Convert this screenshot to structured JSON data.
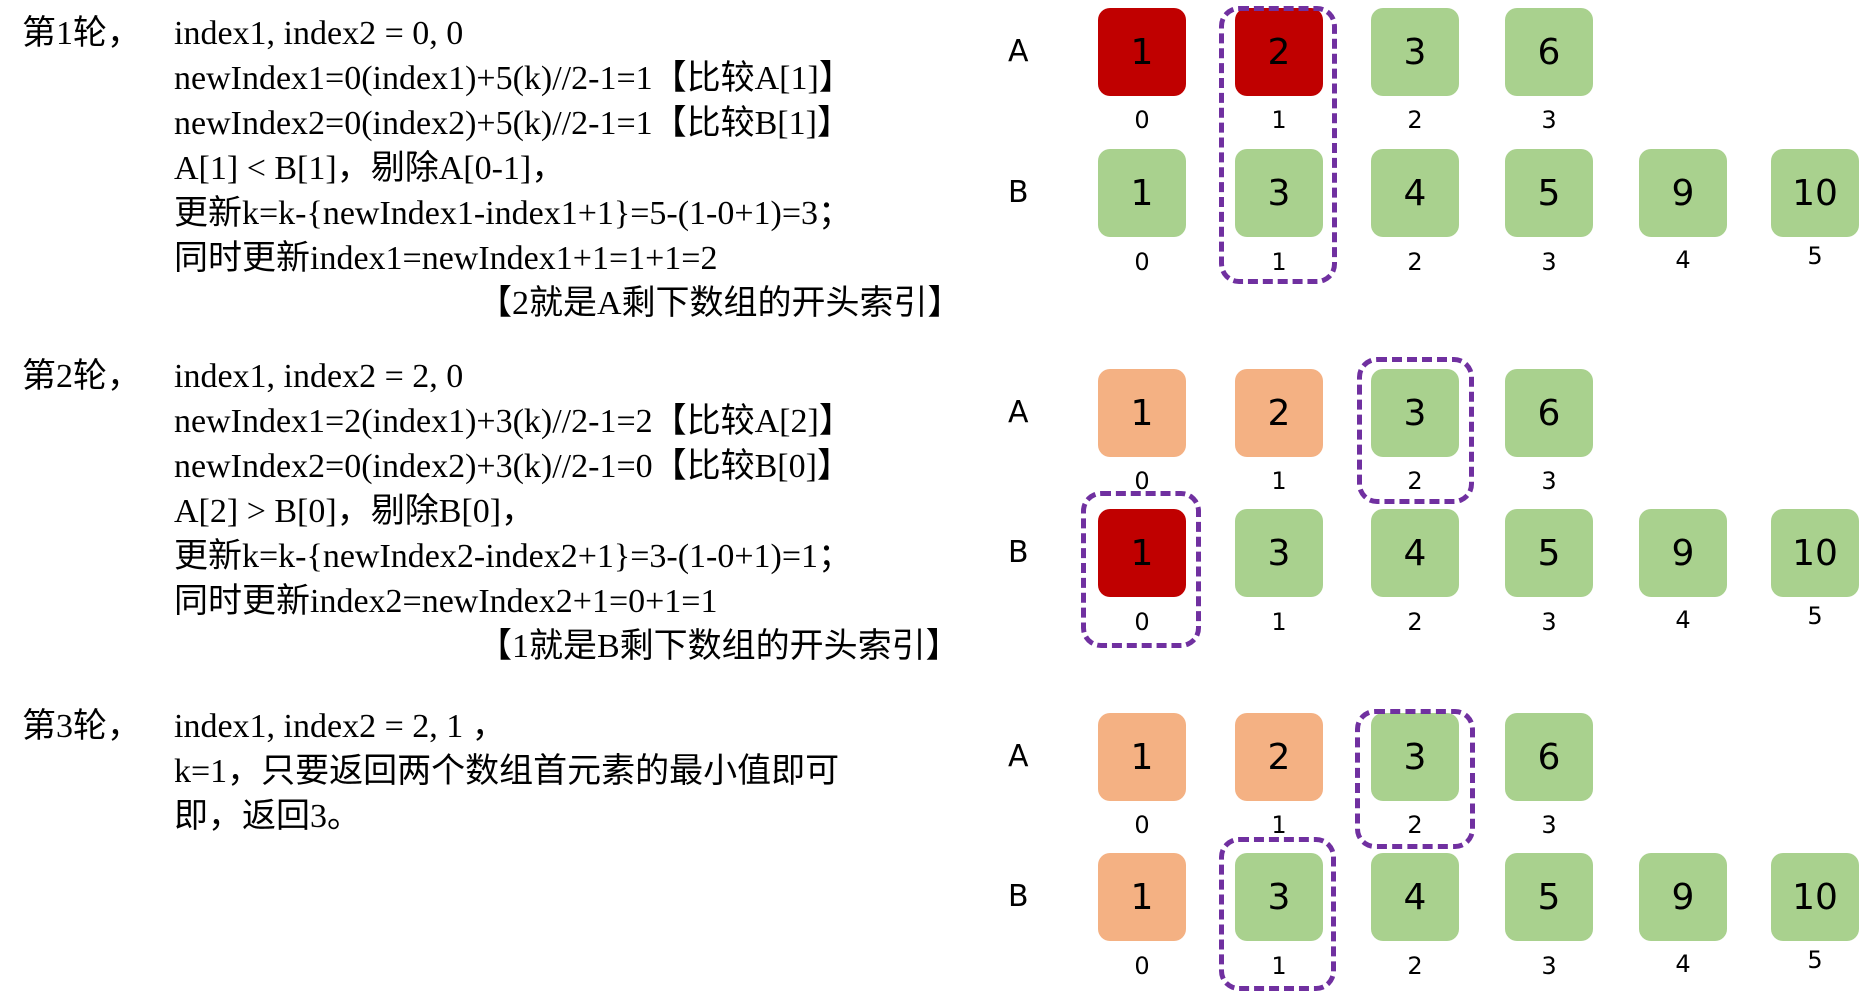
{
  "row_labels": {
    "a": "A",
    "b": "B"
  },
  "colors": {
    "green": "#a9d18e",
    "red": "#c00000",
    "orange": "#f4b183",
    "highlight": "#7030a0"
  },
  "rounds": [
    {
      "label": "第1轮，",
      "lines": [
        "index1, index2 = 0, 0",
        "newIndex1=0(index1)+5(k)//2-1=1【比较A[1]】",
        "newIndex2=0(index2)+5(k)//2-1=1【比较B[1]】",
        "A[1] < B[1]，剔除A[0-1]，",
        " 更新k=k-{newIndex1-index1+1}=5-(1-0+1)=3；",
        " 同时更新index1=newIndex1+1=1+1=2"
      ],
      "note": "【2就是A剩下数组的开头索引】",
      "array_a": {
        "values": [
          "1",
          "2",
          "3",
          "6"
        ],
        "indices": [
          "0",
          "1",
          "2",
          "3"
        ],
        "states": [
          "red",
          "red",
          "green",
          "green"
        ]
      },
      "array_b": {
        "values": [
          "1",
          "3",
          "4",
          "5",
          "9",
          "10"
        ],
        "indices": [
          "0",
          "1",
          "2",
          "3",
          "4",
          "5"
        ],
        "states": [
          "green",
          "green",
          "green",
          "green",
          "green",
          "green"
        ]
      }
    },
    {
      "label": "第2轮，",
      "lines": [
        "index1, index2 = 2, 0",
        "newIndex1=2(index1)+3(k)//2-1=2【比较A[2]】",
        "newIndex2=0(index2)+3(k)//2-1=0【比较B[0]】",
        " A[2] > B[0]，剔除B[0]，",
        "更新k=k-{newIndex2-index2+1}=3-(1-0+1)=1；",
        "同时更新index2=newIndex2+1=0+1=1"
      ],
      "note": "【1就是B剩下数组的开头索引】",
      "array_a": {
        "values": [
          "1",
          "2",
          "3",
          "6"
        ],
        "indices": [
          "0",
          "1",
          "2",
          "3"
        ],
        "states": [
          "orange",
          "orange",
          "green",
          "green"
        ]
      },
      "array_b": {
        "values": [
          "1",
          "3",
          "4",
          "5",
          "9",
          "10"
        ],
        "indices": [
          "0",
          "1",
          "2",
          "3",
          "4",
          "5"
        ],
        "states": [
          "red",
          "green",
          "green",
          "green",
          "green",
          "green"
        ]
      }
    },
    {
      "label": "第3轮，",
      "lines": [
        "index1, index2 = 2, 1 ，",
        "k=1，只要返回两个数组首元素的最小值即可",
        "即，返回3。"
      ],
      "note": "",
      "array_a": {
        "values": [
          "1",
          "2",
          "3",
          "6"
        ],
        "indices": [
          "0",
          "1",
          "2",
          "3"
        ],
        "states": [
          "orange",
          "orange",
          "green",
          "green"
        ]
      },
      "array_b": {
        "values": [
          "1",
          "3",
          "4",
          "5",
          "9",
          "10"
        ],
        "indices": [
          "0",
          "1",
          "2",
          "3",
          "4",
          "5"
        ],
        "states": [
          "orange",
          "green",
          "green",
          "green",
          "green",
          "green"
        ]
      }
    }
  ]
}
